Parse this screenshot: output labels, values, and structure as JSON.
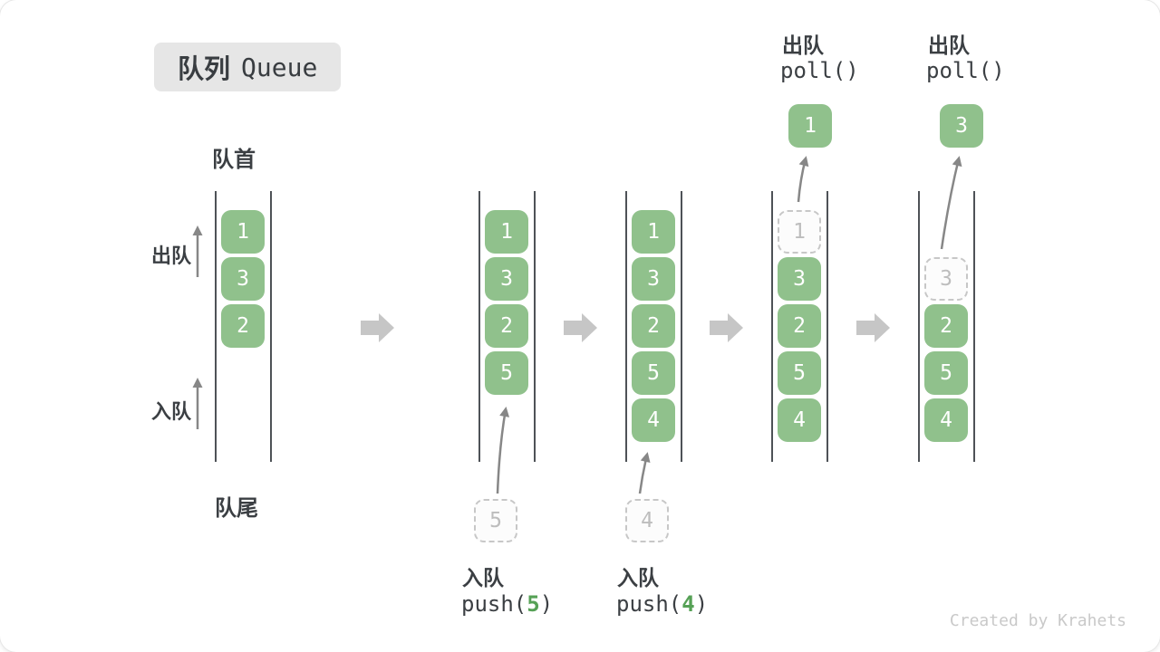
{
  "title": {
    "zh": "队列",
    "en": "Queue"
  },
  "labels": {
    "front": "队首",
    "rear": "队尾",
    "dequeue": "出队",
    "enqueue": "入队"
  },
  "colors": {
    "green": "#90c18c",
    "green-dark": "#56a156",
    "big-arrow": "#c6c6c6",
    "thin-arrow": "#878787"
  },
  "states": [
    {
      "name": "initial",
      "cells": [
        {
          "value": "1"
        },
        {
          "value": "3"
        },
        {
          "value": "2"
        }
      ]
    },
    {
      "name": "after-push-5",
      "cells": [
        {
          "value": "1"
        },
        {
          "value": "3"
        },
        {
          "value": "2"
        },
        {
          "value": "5"
        }
      ],
      "ghost": "5",
      "op": {
        "label": "入队",
        "fn": "push(",
        "arg": "5",
        "close": ")"
      }
    },
    {
      "name": "after-push-4",
      "cells": [
        {
          "value": "1"
        },
        {
          "value": "3"
        },
        {
          "value": "2"
        },
        {
          "value": "5"
        },
        {
          "value": "4"
        }
      ],
      "ghost": "4",
      "op": {
        "label": "入队",
        "fn": "push(",
        "arg": "4",
        "close": ")"
      }
    },
    {
      "name": "after-poll-1",
      "ghost": "1",
      "cells": [
        {
          "value": "3"
        },
        {
          "value": "2"
        },
        {
          "value": "5"
        },
        {
          "value": "4"
        }
      ],
      "out": "1",
      "op": {
        "label": "出队",
        "fn": "poll()"
      }
    },
    {
      "name": "after-poll-3",
      "ghost": "3",
      "cells": [
        {
          "value": "2"
        },
        {
          "value": "5"
        },
        {
          "value": "4"
        }
      ],
      "out": "3",
      "op": {
        "label": "出队",
        "fn": "poll()"
      }
    }
  ],
  "footer": "Created by Krahets"
}
